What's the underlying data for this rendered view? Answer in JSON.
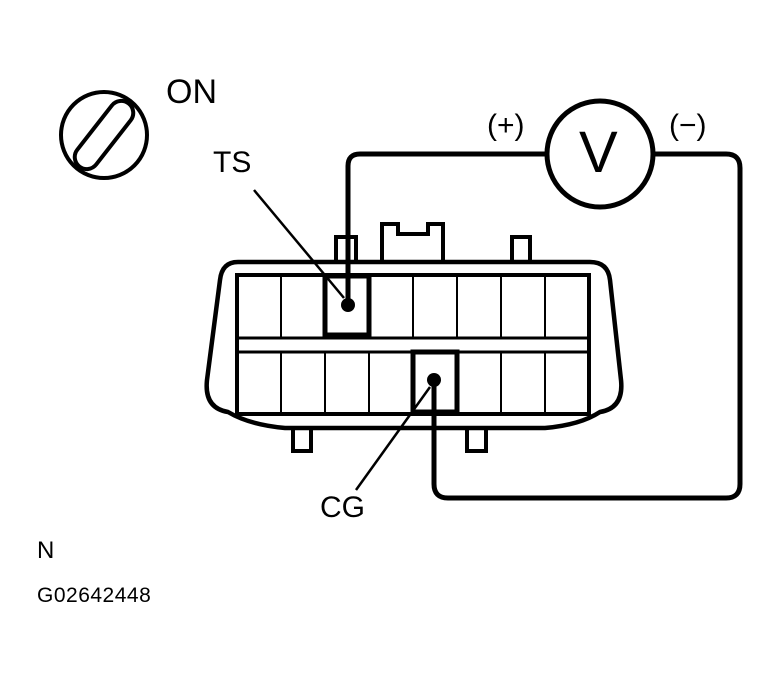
{
  "ignition": {
    "label": "ON",
    "icon": "ignition-switch-icon"
  },
  "meter": {
    "symbol": "V",
    "positive_label": "(+)",
    "negative_label": "(−)",
    "icon": "voltmeter-icon"
  },
  "terminals": {
    "ts_label": "TS",
    "cg_label": "CG"
  },
  "footer": {
    "note": "N",
    "reference_code": "G02642448"
  },
  "colors": {
    "line": "#000000",
    "background": "#ffffff"
  }
}
